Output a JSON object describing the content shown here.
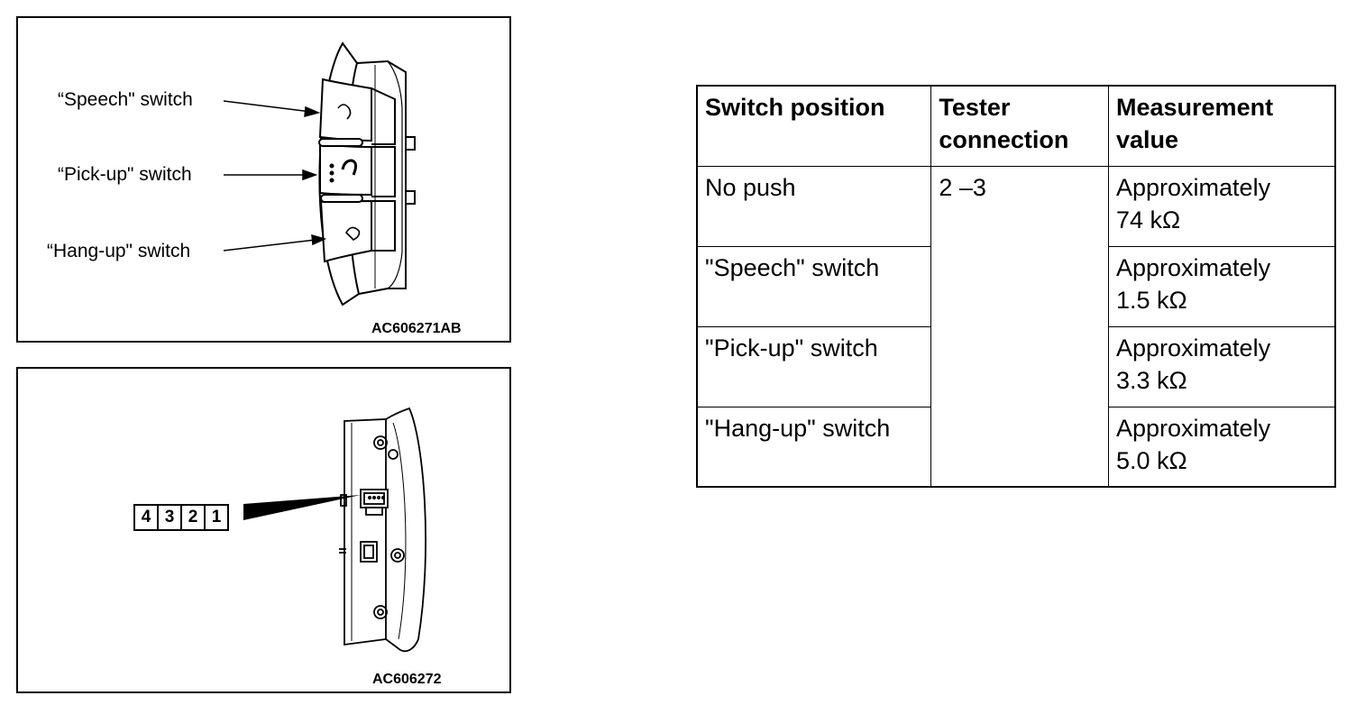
{
  "figure_top": {
    "callouts": {
      "speech": "“Speech\" switch",
      "pickup": "“Pick-up\" switch",
      "hangup": "“Hang-up\" switch"
    },
    "code": "AC606271AB"
  },
  "figure_bottom": {
    "connector_pins": [
      "4",
      "3",
      "2",
      "1"
    ],
    "code": "AC606272"
  },
  "table": {
    "headers": [
      "Switch position",
      "Tester\nconnection",
      "Measurement\nvalue"
    ],
    "tester_connection": "2 –3",
    "rows": [
      {
        "position": "No push",
        "value": "Approximately\n74 kΩ"
      },
      {
        "position": "\"Speech\" switch",
        "value": "Approximately\n1.5 kΩ"
      },
      {
        "position": "\"Pick-up\" switch",
        "value": "Approximately\n3.3 kΩ"
      },
      {
        "position": "\"Hang-up\" switch",
        "value": "Approximately\n5.0 kΩ"
      }
    ]
  }
}
